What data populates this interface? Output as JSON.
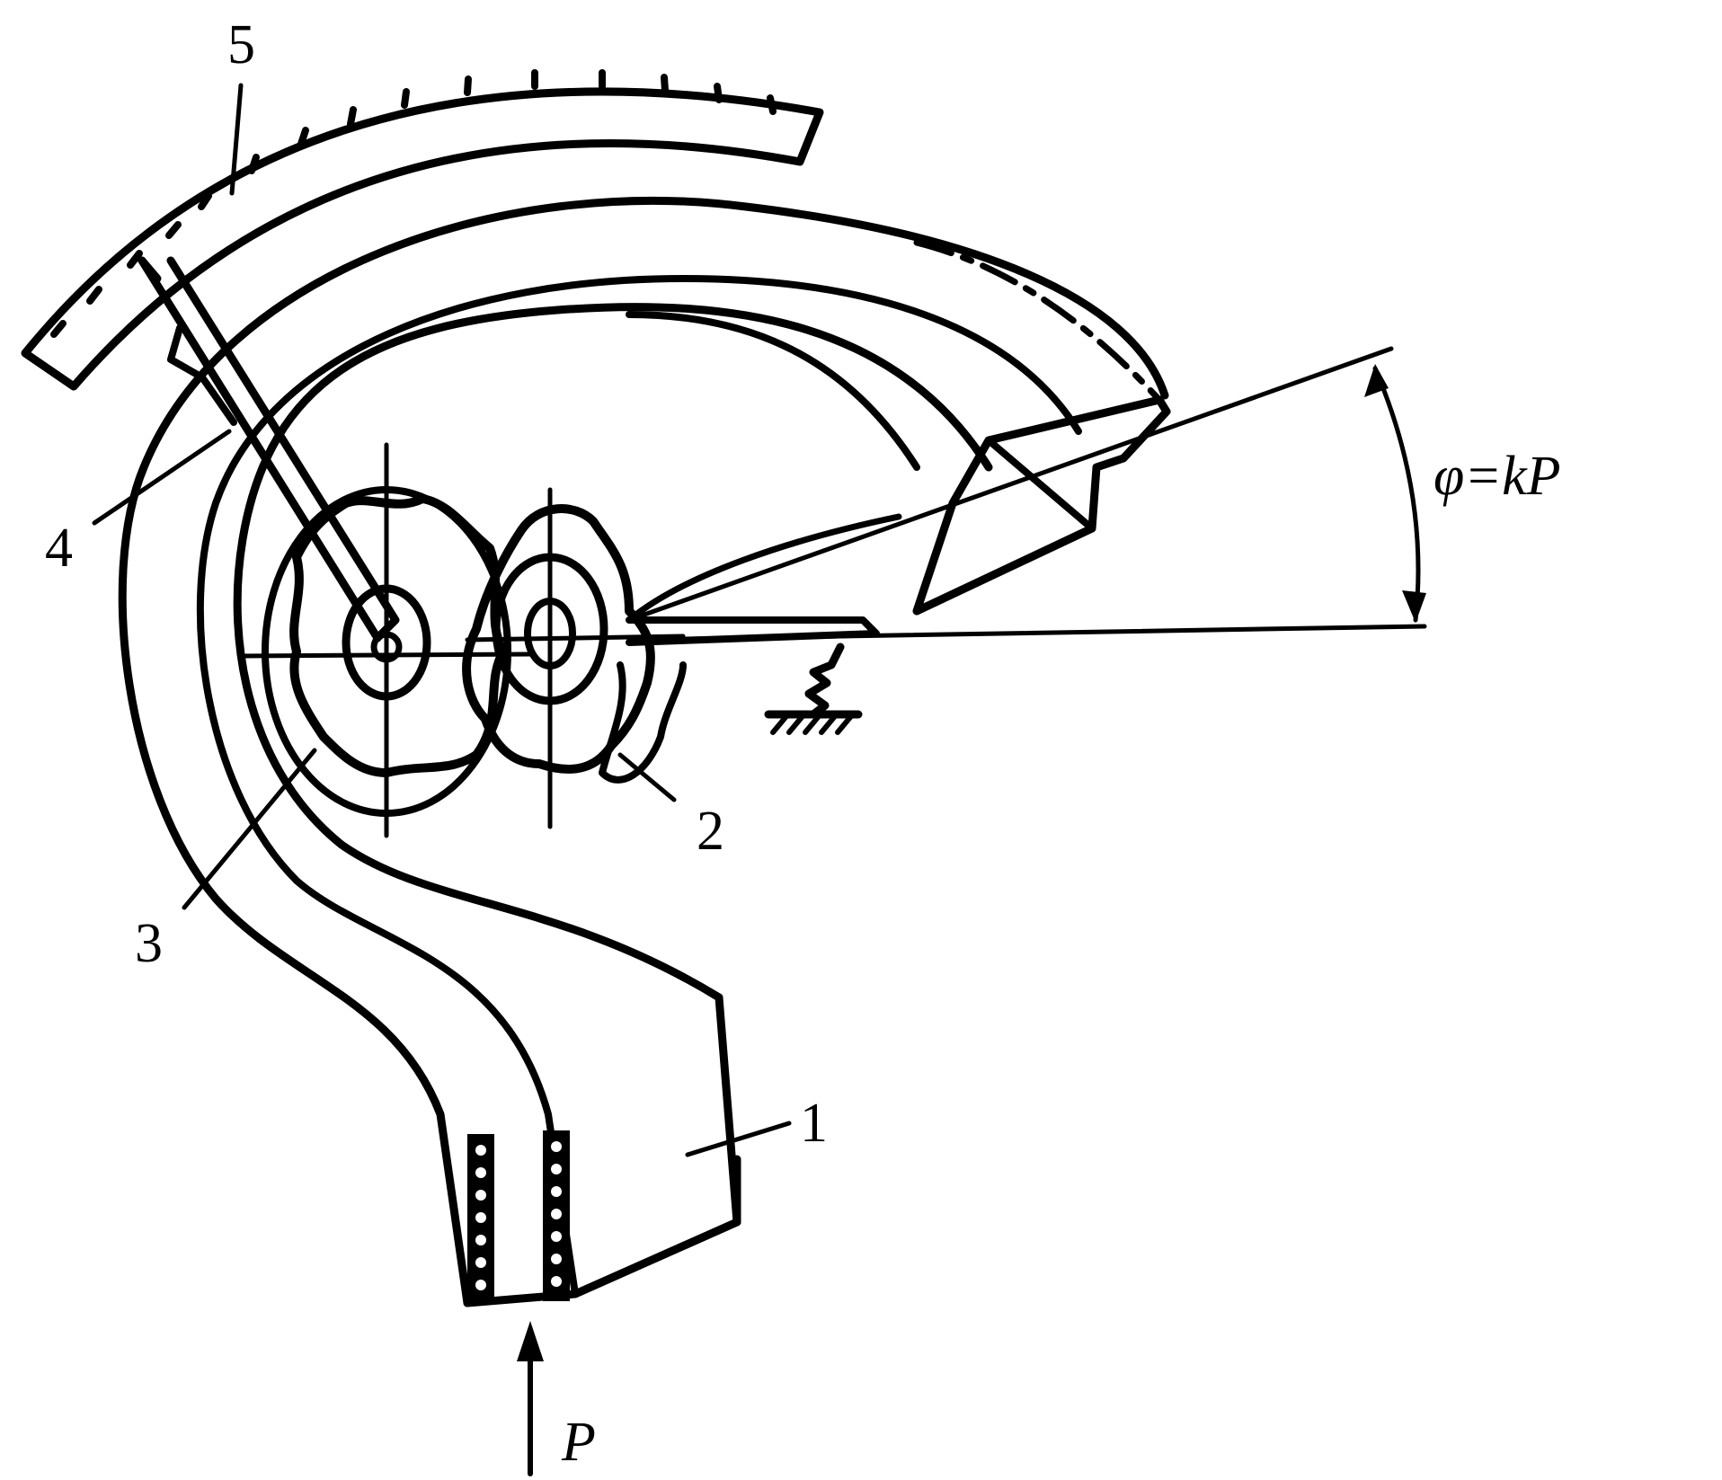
{
  "labels": {
    "part_1": "1",
    "part_2": "2",
    "part_3": "3",
    "part_4": "4",
    "part_5": "5"
  },
  "formula": "φ=kP",
  "force": "P",
  "icons": [
    "ground-hatch-icon",
    "force-arrow-icon",
    "angle-arrow-icon"
  ],
  "ink_color": "#000000"
}
